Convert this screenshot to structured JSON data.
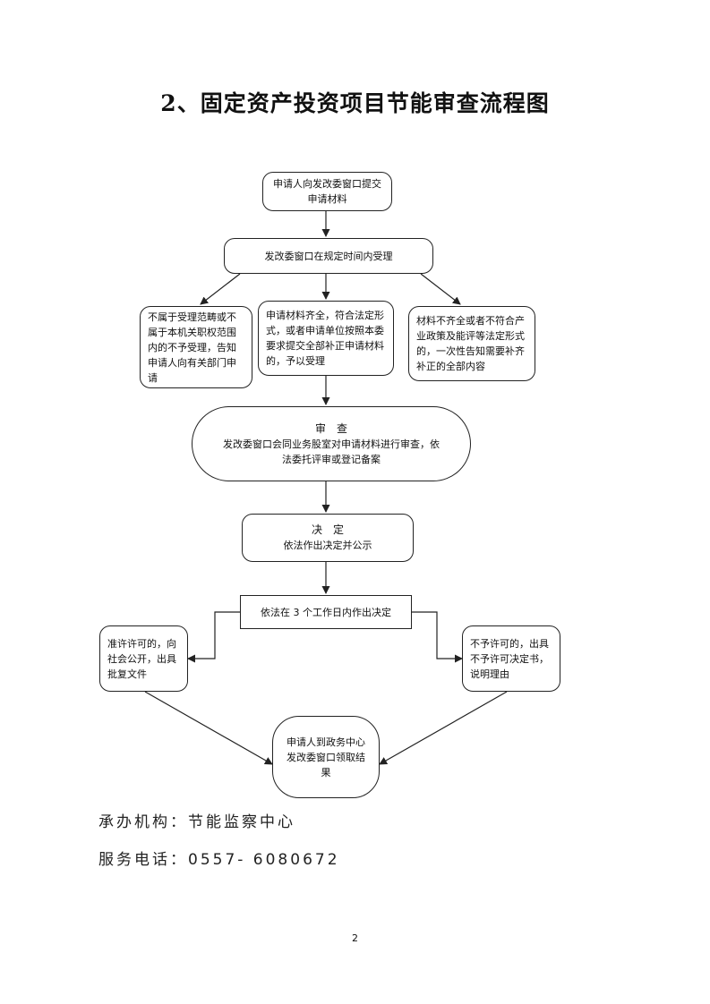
{
  "title": "2、固定资产投资项目节能审查流程图",
  "nodes": {
    "submit": "申请人向发改委窗口提交申请材料",
    "accept": "发改委窗口在规定时间内受理",
    "reject_scope": "不属于受理范畴或不属于本机关职权范围内的不予受理，告知申请人向有关部门申请",
    "accept_complete": "申请材料齐全，符合法定形式，或者申请单位按照本委要求提交全部补正申请材料的，予以受理",
    "incomplete": "材料不齐全或者不符合产业政策及能评等法定形式的，一次性告知需要补齐补正的全部内容",
    "review_title": "审　查",
    "review_text": "发改委窗口会同业务股室对申请材料进行审查，依法委托评审或登记备案",
    "decide_title": "决　定",
    "decide_text": "依法作出决定并公示",
    "three_days": "依法在 3 个工作日内作出决定",
    "approve": "准许许可的，向社会公开，出具批复文件",
    "deny": "不予许可的，出具不予许可决定书，说明理由",
    "collect": "申请人到政务中心发改委窗口领取结果"
  },
  "footer": {
    "agency": "承办机构：节能监察中心",
    "phone": "服务电话：0557- 6080672"
  },
  "page_number": "2"
}
